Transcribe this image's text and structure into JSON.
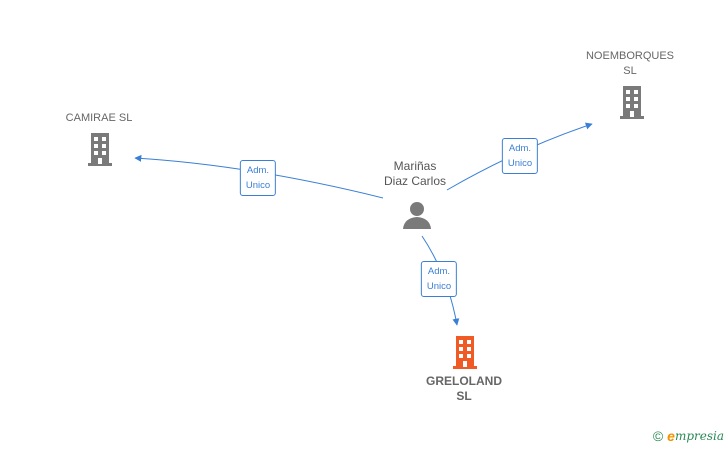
{
  "nodes": {
    "camirae": {
      "label": "CAMIRAE  SL"
    },
    "noemborques": {
      "line1": "NOEMBORQUES",
      "line2": "SL"
    },
    "person": {
      "line1": "Mariñas",
      "line2": "Diaz Carlos"
    },
    "greloland": {
      "line1": "GRELOLAND",
      "line2": "SL"
    }
  },
  "edges": {
    "to_camirae": {
      "line1": "Adm.",
      "line2": "Unico"
    },
    "to_noemborques": {
      "line1": "Adm.",
      "line2": "Unico"
    },
    "to_greloland": {
      "line1": "Adm.",
      "line2": "Unico"
    }
  },
  "colors": {
    "edge": "#3a7fd5",
    "company_icon": "#7a7a7a",
    "main_company_icon": "#f05a24",
    "person_icon": "#7a7a7a"
  },
  "footer": {
    "copyright": "©",
    "brand_initial": "e",
    "brand_rest": "mpresia"
  }
}
